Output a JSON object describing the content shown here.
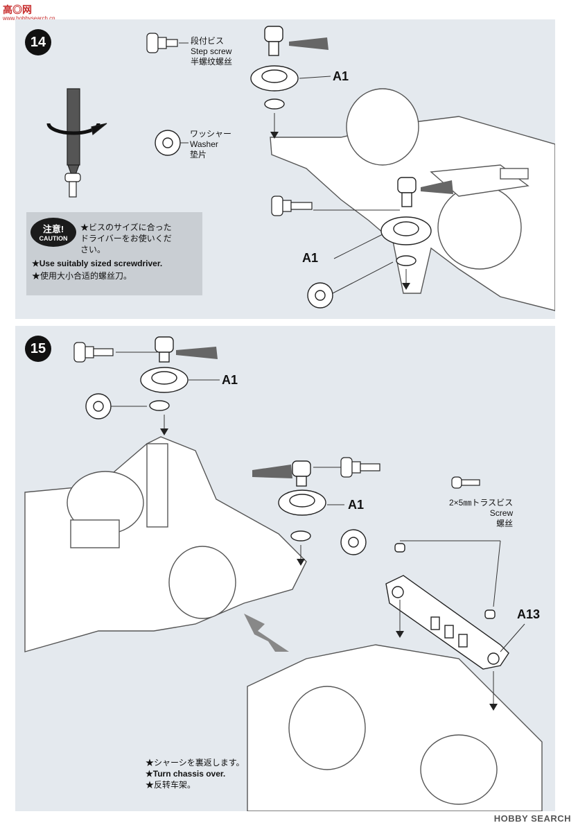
{
  "header": {
    "logo": "高◎网",
    "url": "www.hobbysearch.cn"
  },
  "step14": {
    "number": "14",
    "step_screw": [
      "段付ビス",
      "Step screw",
      "半螺纹螺丝"
    ],
    "part_a1": "A1",
    "washer": [
      "ワッシャー",
      "Washer",
      "垫片"
    ],
    "caution_badge_jp": "注意!",
    "caution_badge_en": "CAUTION",
    "caution_jp": [
      "★ビスのサイズに合った",
      "ドライバーをお使いくだ",
      "さい。"
    ],
    "caution_en": "★Use suitably sized screwdriver.",
    "caution_cn": "★使用大小合适的螺丝刀。"
  },
  "step15": {
    "number": "15",
    "part_a1": "A1",
    "truss_screw": [
      "2×5㎜トラスビス",
      "Screw",
      "螺丝"
    ],
    "part_a13": "A13",
    "turn_over": [
      "★シャーシを裏返します。",
      "★Turn chassis over.",
      "★反转车架。"
    ]
  },
  "footer": {
    "brand": "HOBBY SEARCH"
  }
}
